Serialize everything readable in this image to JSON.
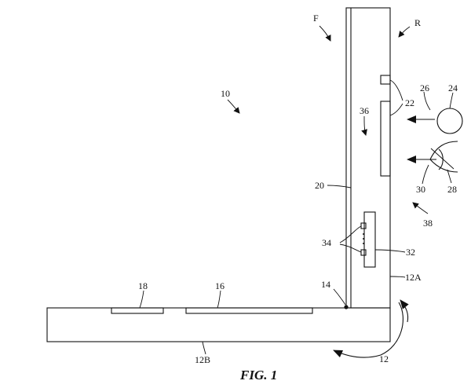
{
  "figure": {
    "caption": "FIG. 1",
    "labels": {
      "front": "F",
      "rear": "R",
      "device": "10",
      "housing": "12",
      "upper_housing": "12A",
      "lower_housing": "12B",
      "hinge": "14",
      "trackpad": "16",
      "keyboard_area": "18",
      "display": "20",
      "rear_components": "22",
      "external_object": "24",
      "light_path_26": "26",
      "viewer_eye": "28",
      "light_path_30": "30",
      "display_body": "36",
      "connector": "32",
      "contacts": "34",
      "direction_arrow": "38"
    }
  }
}
